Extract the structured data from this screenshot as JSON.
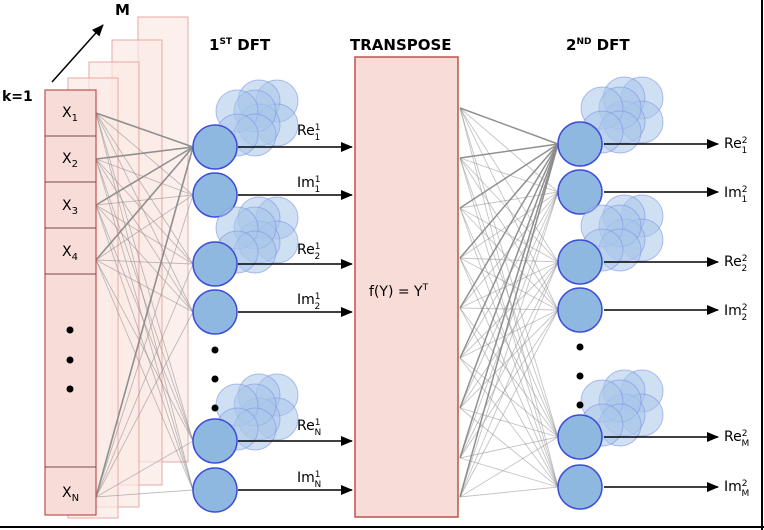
{
  "axis": {
    "start_label": "k=1",
    "end_label": "M"
  },
  "input": {
    "rows": [
      {
        "base": "X",
        "sub": "1"
      },
      {
        "base": "X",
        "sub": "2"
      },
      {
        "base": "X",
        "sub": "3"
      },
      {
        "base": "X",
        "sub": "4"
      },
      {
        "base": "X",
        "sub": "N"
      }
    ],
    "ellipsis": "• • •"
  },
  "stage1": {
    "title": {
      "base": "1",
      "sup": "ST",
      "rest": " DFT"
    },
    "outputs": [
      {
        "base": "Re",
        "sub": "1",
        "sup": "1"
      },
      {
        "base": "Im",
        "sub": "1",
        "sup": "1"
      },
      {
        "base": "Re",
        "sub": "2",
        "sup": "1"
      },
      {
        "base": "Im",
        "sub": "2",
        "sup": "1"
      },
      {
        "base": "Re",
        "sub": "N",
        "sup": "1"
      },
      {
        "base": "Im",
        "sub": "N",
        "sup": "1"
      }
    ]
  },
  "transpose": {
    "title": "TRANSPOSE",
    "formula": {
      "left": "f(Y) = Y",
      "sup": "T"
    }
  },
  "stage2": {
    "title": {
      "base": "2",
      "sup": "ND",
      "rest": " DFT"
    },
    "outputs": [
      {
        "base": "Re",
        "sub": "1",
        "sup": "2"
      },
      {
        "base": "Im",
        "sub": "1",
        "sup": "2"
      },
      {
        "base": "Re",
        "sub": "2",
        "sup": "2"
      },
      {
        "base": "Im",
        "sub": "2",
        "sup": "2"
      },
      {
        "base": "Re",
        "sub": "M",
        "sup": "2"
      },
      {
        "base": "Im",
        "sub": "M",
        "sup": "2"
      }
    ]
  },
  "colors": {
    "box_fill": "#f8dcd8",
    "box_stroke": "#c0504d",
    "node_fill": "#8fb8e0",
    "node_stroke": "#3d4fd8",
    "shadow_node_fill": "#a9c6ea",
    "edge": "#8a8a8a",
    "arrow": "#000000"
  }
}
